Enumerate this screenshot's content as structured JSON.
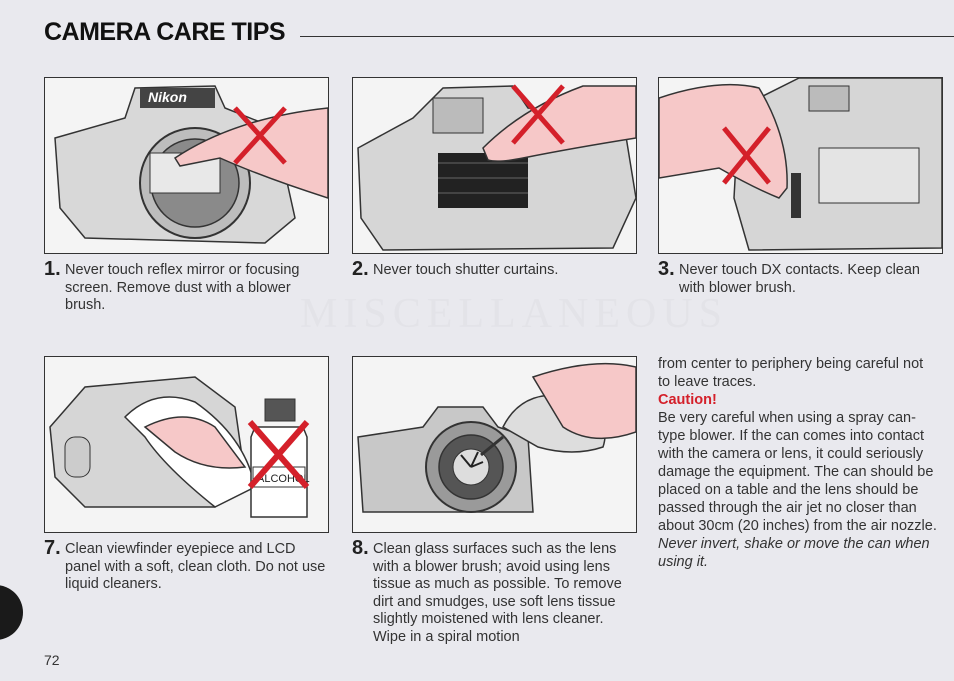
{
  "page": {
    "title": "CAMERA CARE TIPS",
    "page_number": "72",
    "watermark": "MISCELLANEOUS"
  },
  "tips": [
    {
      "number": "1.",
      "text": "Never touch reflex mirror or focusing screen. Remove dust with a blower brush.",
      "illustration": "camera-mirror-no-touch"
    },
    {
      "number": "2.",
      "text": "Never touch shutter curtains.",
      "illustration": "shutter-curtain-no-touch"
    },
    {
      "number": "3.",
      "text": "Never touch DX contacts. Keep clean with blower brush.",
      "illustration": "dx-contacts-no-touch"
    },
    {
      "number": "7.",
      "text": "Clean viewfinder eyepiece and LCD panel with a soft, clean cloth. Do not use liquid cleaners.",
      "illustration": "camera-cloth-alcohol"
    },
    {
      "number": "8.",
      "text": "Clean glass surfaces such as the lens with a blower brush; avoid using lens tissue as much as possible. To remove dirt and smudges, use soft lens tissue slightly moistened with lens cleaner. Wipe in a spiral motion",
      "illustration": "lens-blower"
    }
  ],
  "continuation": {
    "text": "from center to periphery being careful not to leave traces.",
    "caution_heading": "Caution!",
    "caution_body": "Be very careful when using a spray can-type blower. If the can comes into contact with the camera or lens, it could seriously damage the equipment. The can should be placed on a table and the lens should be passed through the air jet no closer than about 30cm (20 inches) from the air nozzle.",
    "caution_italic": "Never invert, shake or move the can when using it."
  },
  "illustration_labels": {
    "camera_brand": "Nikon",
    "bottle_label": "ALCOHOL"
  },
  "colors": {
    "accent_red": "#d4202a",
    "text": "#333333",
    "background": "#e9e9ee"
  }
}
